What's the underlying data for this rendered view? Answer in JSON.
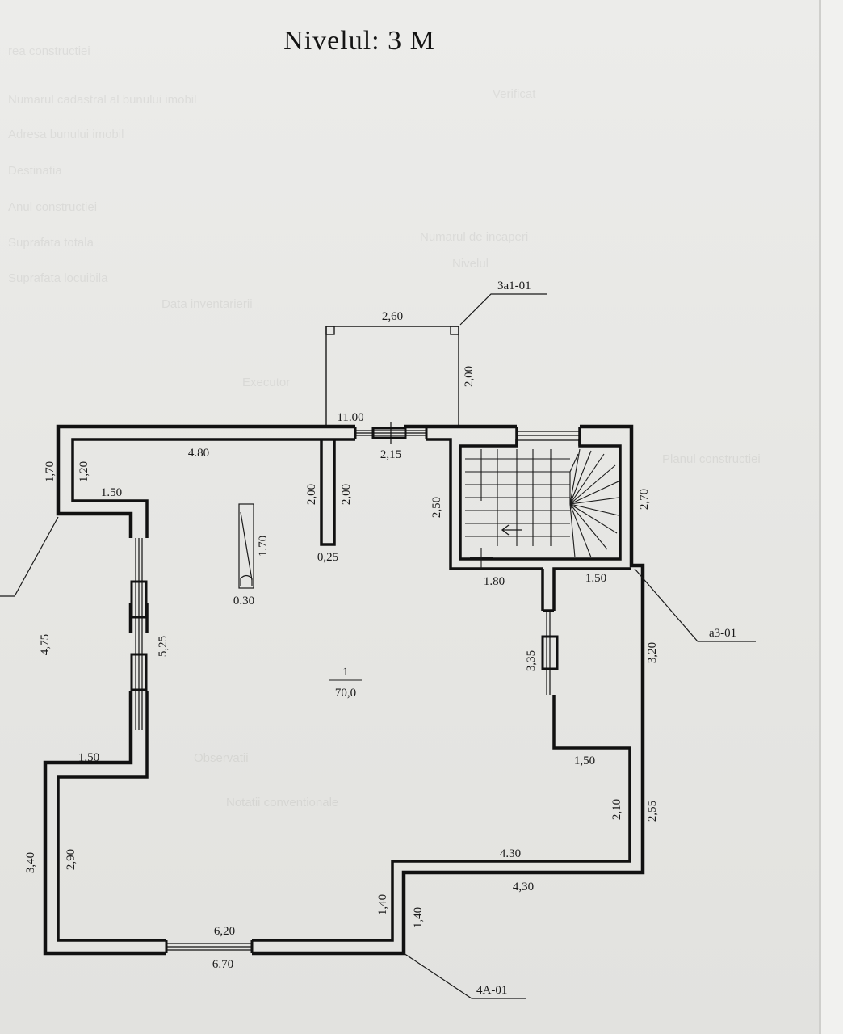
{
  "title": "Nivelul: 3 M",
  "room": {
    "number": "1",
    "area": "70,0"
  },
  "leaders": {
    "top": "3a1-01",
    "right": "a3-01",
    "bottom": "4A-01"
  },
  "dimensions": {
    "balcony_width": "2,60",
    "balcony_depth": "2,00",
    "wall_top_total": "11.00",
    "top_left_segment": "4.80",
    "door_top": "2,15",
    "left_top_outer": "1,70",
    "left_top_inner": "1,20",
    "left_step_top": "1.50",
    "partition_outer": "2,00",
    "partition_inner": "2,00",
    "partition_thick": "0,25",
    "fixture_len": "1.70",
    "fixture_width": "0.30",
    "stair_left": "2,50",
    "stair_right": "2,70",
    "stair_bottom": "1.80",
    "right_step_upper": "1.50",
    "left_outer_mid": "4,75",
    "left_inner_mid": "5,25",
    "right_inner_mid": "3,35",
    "right_outer_upper": "3,20",
    "left_step_bottom": "1.50",
    "right_step_lower": "1,50",
    "right_inner_lower": "2,10",
    "right_outer_lower": "2,55",
    "left_outer_bottom": "3,40",
    "left_inner_bottom": "2,90",
    "notch_inner_width": "4.30",
    "notch_outer_width": "4,30",
    "notch_inner_height": "1,40",
    "notch_outer_height": "1,40",
    "bottom_inner": "6,20",
    "bottom_outer": "6.70"
  },
  "background_text": [
    "rea constructiei",
    "Numarul cadastral al bunului imobil",
    "Adresa bunului imobil",
    "Destinatia",
    "Anul constructiei",
    "Suprafata totala",
    "Suprafata locuibila",
    "Numarul de incaperi",
    "Nivelul",
    "Data inventarierii",
    "Executor",
    "Verificat",
    "Observatii",
    "Notatii conventionale",
    "Planul constructiei"
  ]
}
